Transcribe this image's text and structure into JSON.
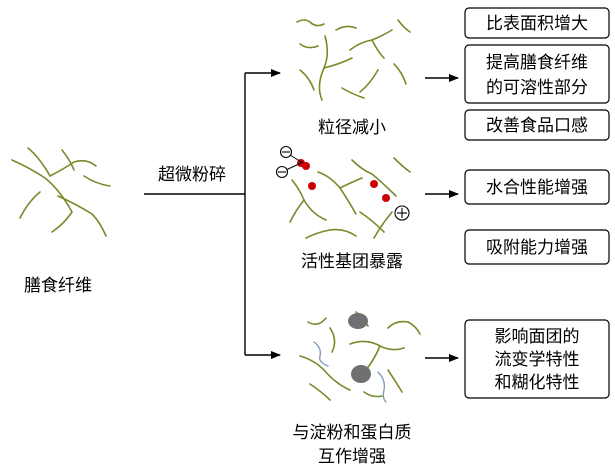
{
  "source": {
    "label": "膳食纤维"
  },
  "process": {
    "label": "超微粉碎"
  },
  "branches": [
    {
      "label": "粒径减小",
      "effects": [
        "比表面积增大",
        [
          "提高膳食纤维",
          "的可溶性部分"
        ],
        "改善食品口感"
      ]
    },
    {
      "label": "活性基团暴露",
      "effects": [
        "水合性能增强",
        "吸附能力增强"
      ]
    },
    {
      "label": [
        "与淀粉和蛋白质",
        "互作增强"
      ],
      "effects": [
        [
          "影响面团的",
          "流变学特性",
          "和糊化特性"
        ]
      ]
    }
  ],
  "colors": {
    "fiber": "#7a8a2a",
    "reactive_dot": "#cc0000",
    "particle": "#707070",
    "blue_fiber": "#7f9cc0",
    "box_border": "#000000"
  },
  "icons": [
    "minus-circle-icon",
    "plus-circle-icon"
  ]
}
